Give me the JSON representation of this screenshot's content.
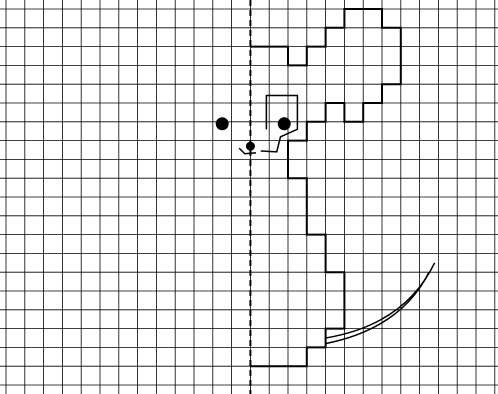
{
  "figure": {
    "description_hidden": "",
    "colors": {
      "background": "#ffffff",
      "grid": "#000000",
      "outline": "#000000",
      "axis": "#000000"
    },
    "grid": {
      "columns": 26,
      "rows": 20
    },
    "symmetry_axis": {
      "style": "dashed",
      "column": 13
    },
    "left_eye": {
      "col": 11.5,
      "row": 6
    },
    "right_eye": {
      "col": 14.8,
      "row": 6
    },
    "nose": {
      "col": 13,
      "row": 7.3
    },
    "outline_cells": [
      [
        13,
        2
      ],
      [
        15,
        2
      ],
      [
        15,
        3
      ],
      [
        16,
        3
      ],
      [
        16,
        2
      ],
      [
        17,
        2
      ],
      [
        17,
        1
      ],
      [
        18,
        1
      ],
      [
        18,
        0
      ],
      [
        20,
        0
      ],
      [
        20,
        1
      ],
      [
        21,
        1
      ],
      [
        21,
        4
      ],
      [
        20,
        4
      ],
      [
        20,
        5
      ],
      [
        19,
        5
      ],
      [
        19,
        6
      ],
      [
        18,
        6
      ],
      [
        18,
        5
      ],
      [
        17,
        5
      ],
      [
        17,
        6
      ],
      [
        16,
        6
      ],
      [
        16,
        7
      ],
      [
        15,
        7
      ],
      [
        15,
        9
      ],
      [
        16,
        9
      ],
      [
        16,
        12
      ],
      [
        17,
        12
      ],
      [
        17,
        14
      ],
      [
        18,
        14
      ],
      [
        18,
        17
      ],
      [
        17,
        17
      ],
      [
        17,
        18
      ],
      [
        16,
        18
      ],
      [
        16,
        19
      ],
      [
        13,
        19
      ]
    ],
    "tail_curves": [
      {
        "from": [
          17,
          17.8
        ],
        "ctrl": [
          21,
          17
        ],
        "to": [
          22.5,
          14
        ]
      },
      {
        "from": [
          17,
          17.5
        ],
        "ctrl": [
          21.2,
          16.8
        ],
        "to": [
          22.8,
          13.5
        ]
      }
    ]
  }
}
